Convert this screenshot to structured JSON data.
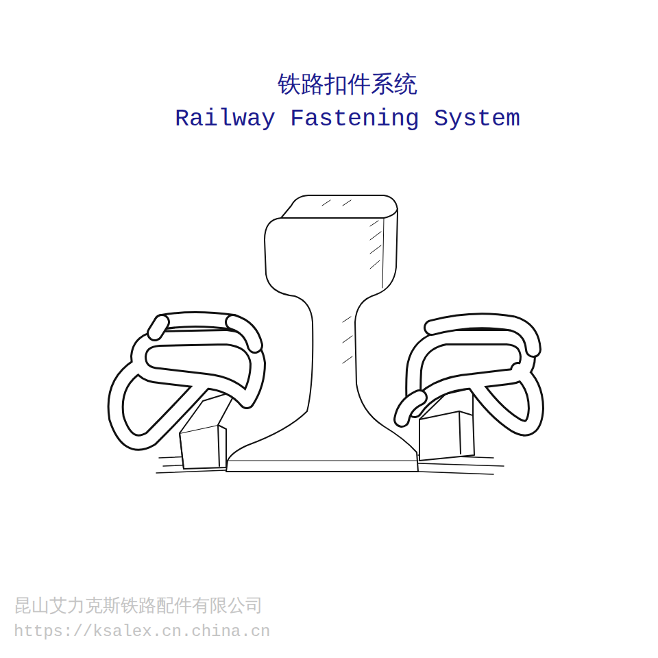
{
  "diagram": {
    "title": "铁路扣件系统",
    "labels": [
      "Railway Fastening System",
      "昆山艾力克斯铁路配件有限公司",
      "https://ksalex.cn.china.cn"
    ]
  }
}
